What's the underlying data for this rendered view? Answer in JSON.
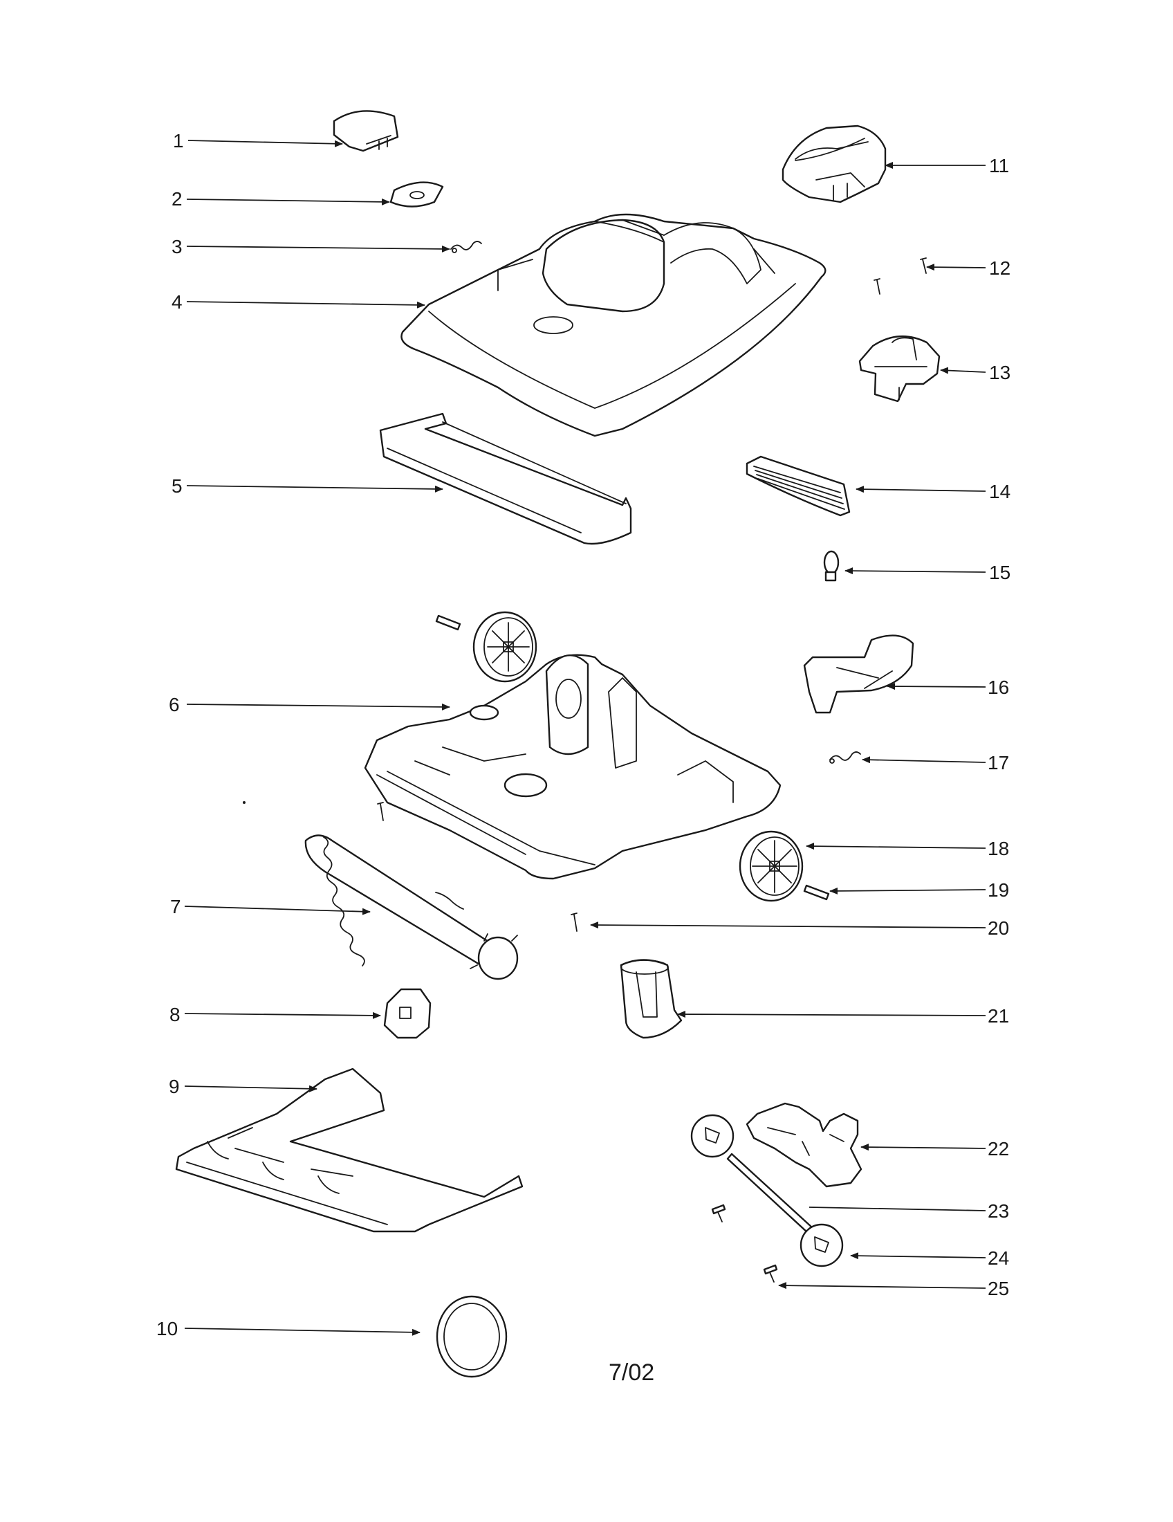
{
  "diagram": {
    "callouts": [
      "1",
      "2",
      "3",
      "4",
      "5",
      "6",
      "7",
      "8",
      "9",
      "10",
      "11",
      "12",
      "13",
      "14",
      "15",
      "16",
      "17",
      "18",
      "19",
      "20",
      "21",
      "22",
      "23",
      "24",
      "25"
    ],
    "date_code": "7/02"
  },
  "colors": {
    "ink": "#1a1a1a",
    "paper": "#ffffff"
  }
}
